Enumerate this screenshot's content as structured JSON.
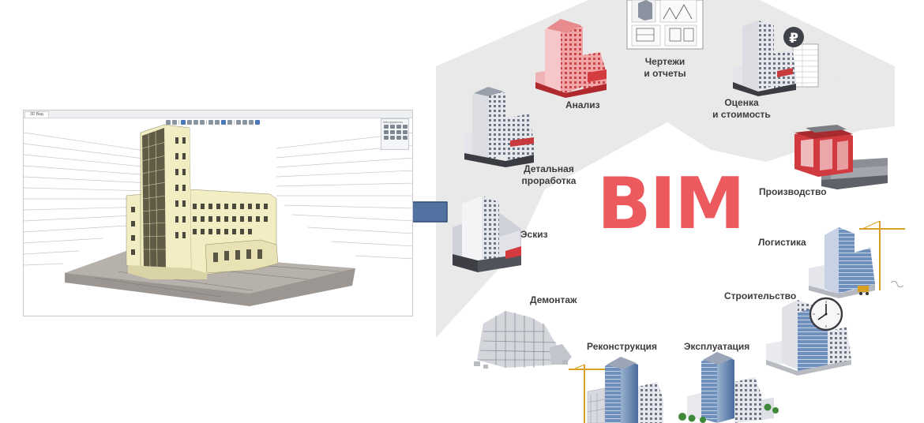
{
  "diagram": {
    "center_label": "BIM",
    "colors": {
      "accent": "#ec5a5e",
      "hexagon": "#e9e9e9",
      "arrow": "#5273a1",
      "label": "#3c3c3c",
      "building_light": "#e8e9ee",
      "building_red": "#d33b3f",
      "glass": "#5c7fb0",
      "viewer_facade": "#f2edc3"
    },
    "stages": [
      {
        "id": "sketch",
        "lines": [
          "Эскиз"
        ]
      },
      {
        "id": "detailed-design",
        "lines": [
          "Детальная",
          "проработка"
        ]
      },
      {
        "id": "analysis",
        "lines": [
          "Анализ"
        ]
      },
      {
        "id": "drawings-reports",
        "lines": [
          "Чертежи",
          "и отчеты"
        ]
      },
      {
        "id": "estimate-cost",
        "lines": [
          "Оценка",
          "и стоимость"
        ]
      },
      {
        "id": "production",
        "lines": [
          "Производство"
        ]
      },
      {
        "id": "logistics",
        "lines": [
          "Логистика"
        ]
      },
      {
        "id": "construction",
        "lines": [
          "Строительство"
        ]
      },
      {
        "id": "operation",
        "lines": [
          "Эксплуатация"
        ]
      },
      {
        "id": "reconstruction",
        "lines": [
          "Реконструкция"
        ]
      },
      {
        "id": "demolition",
        "lines": [
          "Демонтаж"
        ]
      }
    ],
    "currency_symbol": "₽"
  },
  "viewer": {
    "tab_label": "3D Вид",
    "palette_title": "Инструменты"
  }
}
